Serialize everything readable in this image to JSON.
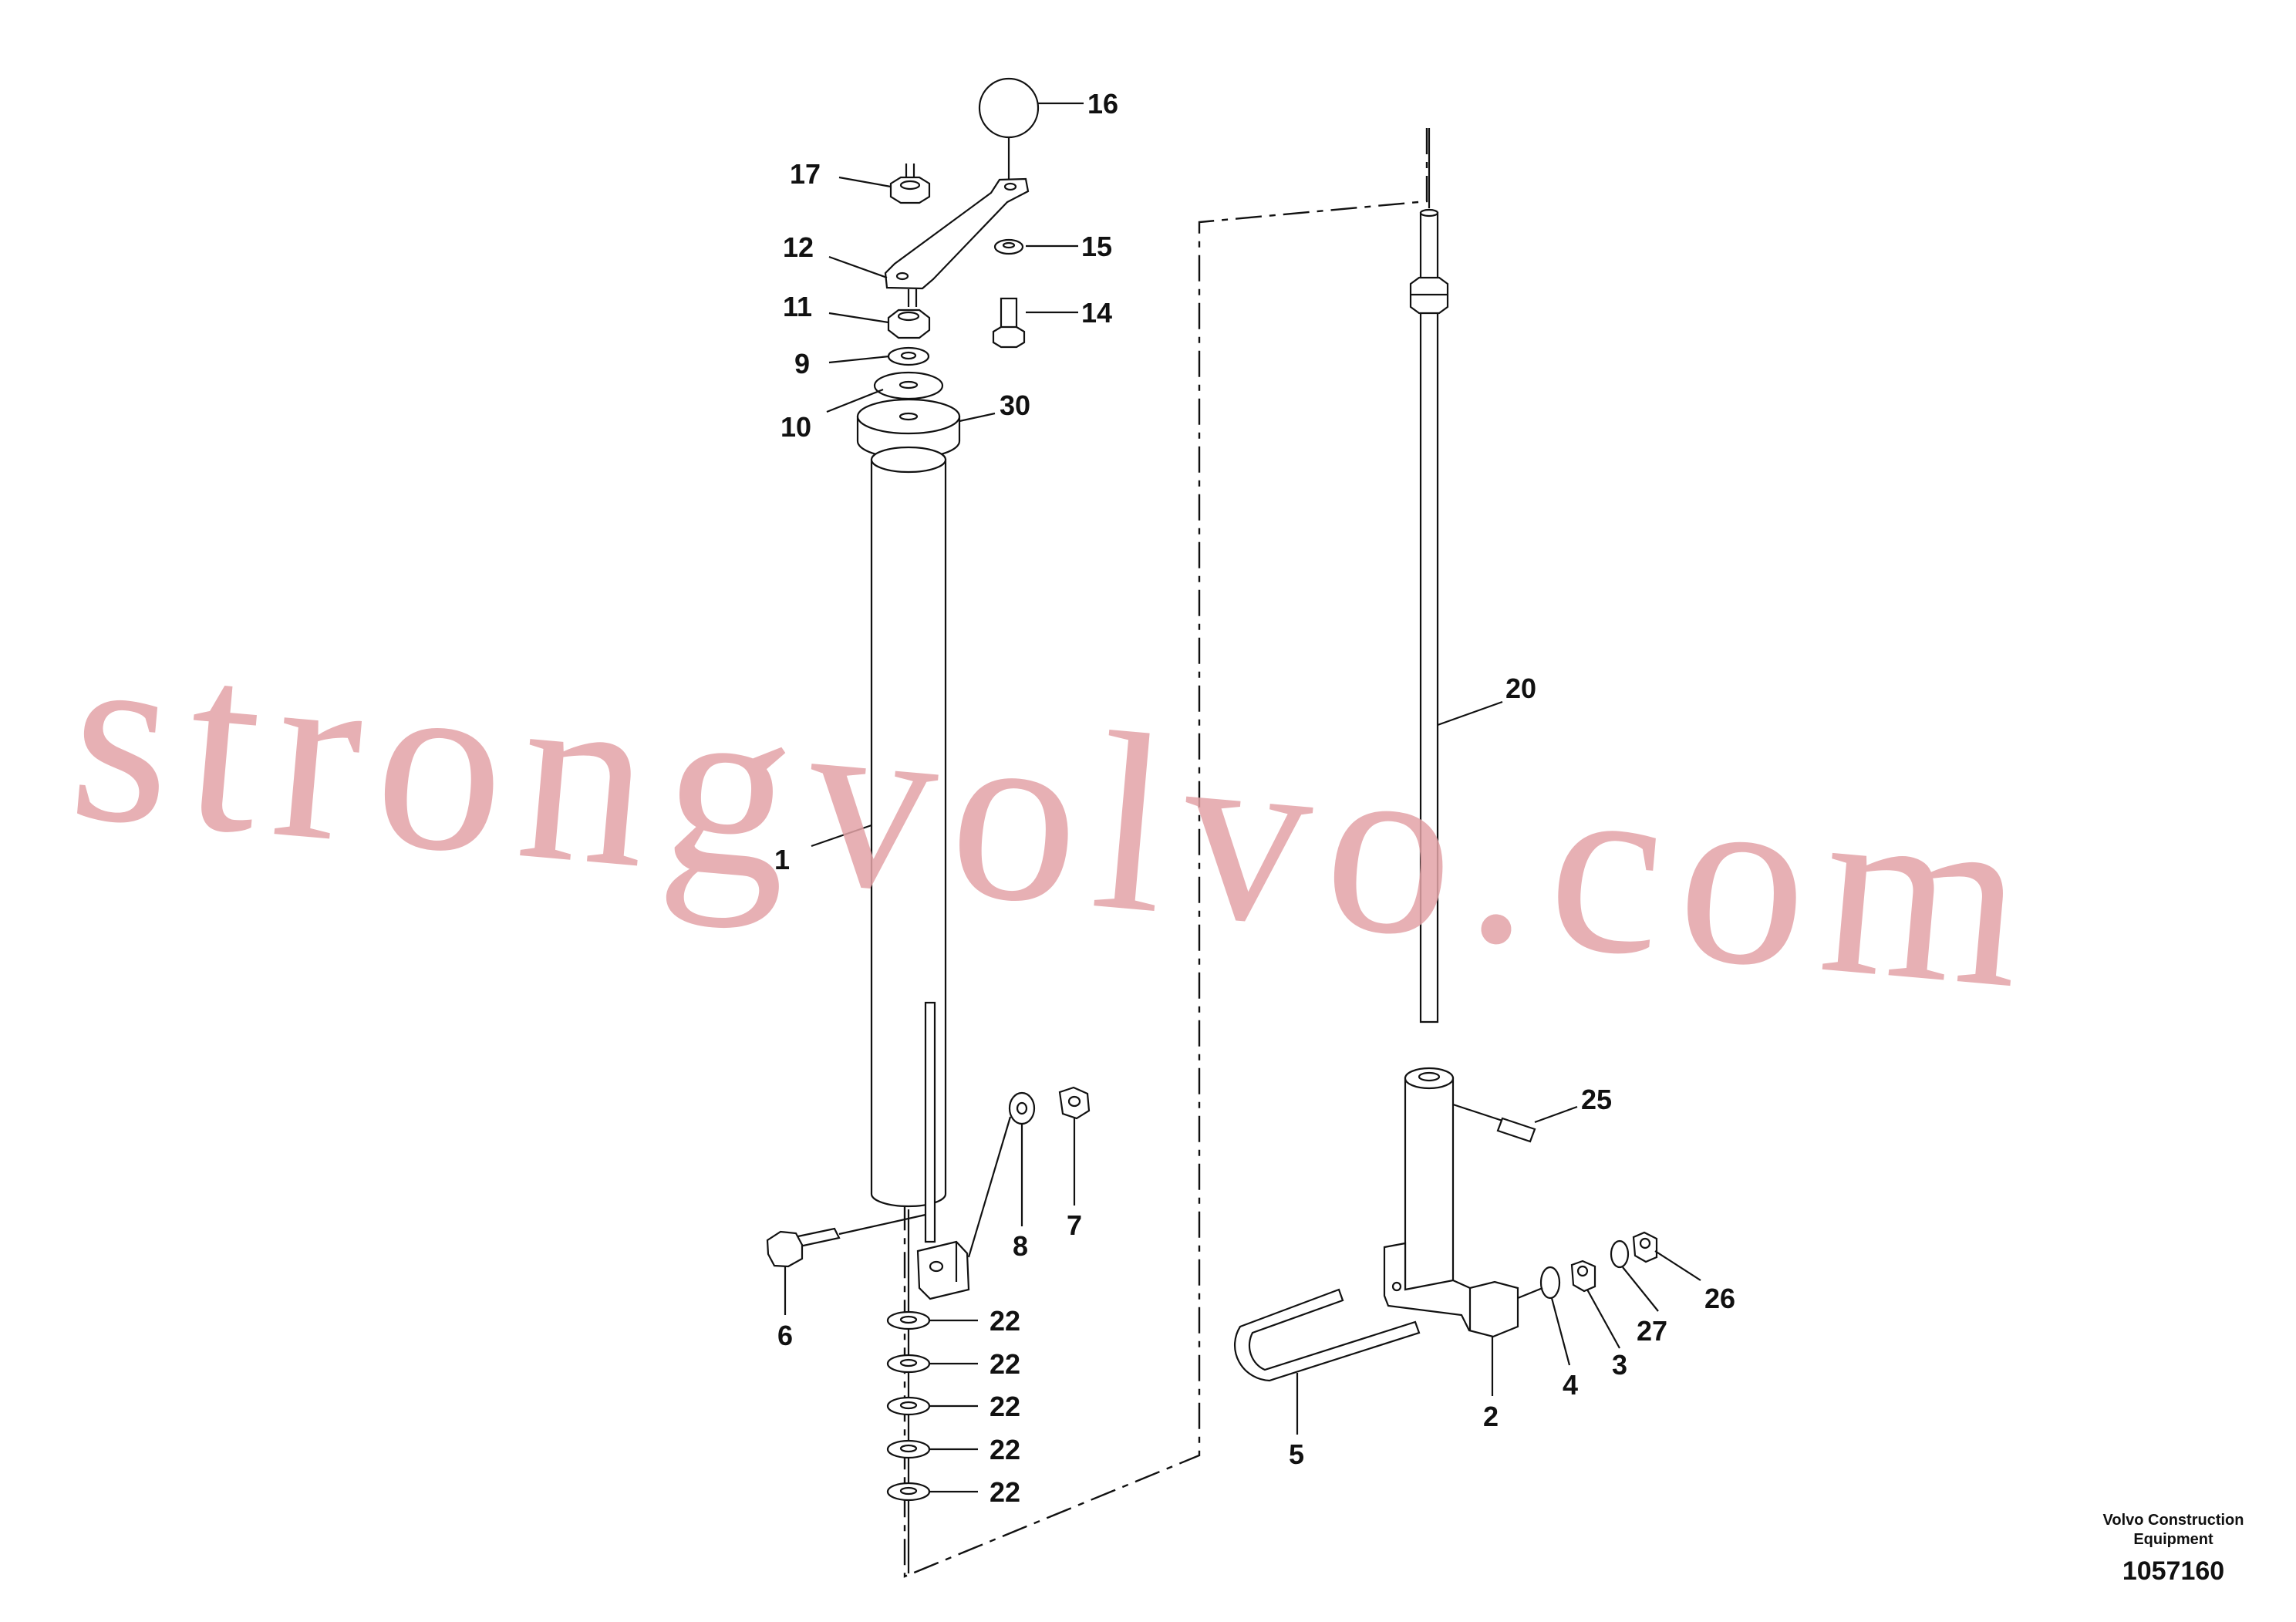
{
  "watermark": "strongvolvo.com",
  "callouts": {
    "c1": "1",
    "c2": "2",
    "c3": "3",
    "c4": "4",
    "c5": "5",
    "c6": "6",
    "c7": "7",
    "c8": "8",
    "c9": "9",
    "c10": "10",
    "c11": "11",
    "c12": "12",
    "c14": "14",
    "c15": "15",
    "c16": "16",
    "c17": "17",
    "c20": "20",
    "c22": "22",
    "c25": "25",
    "c26": "26",
    "c27": "27",
    "c30": "30"
  },
  "credit": {
    "line1": "Volvo Construction",
    "line2": "Equipment",
    "doc_number": "1057160"
  },
  "colors": {
    "line": "#111111",
    "watermark": "#e3a3a7",
    "background": "#ffffff"
  }
}
